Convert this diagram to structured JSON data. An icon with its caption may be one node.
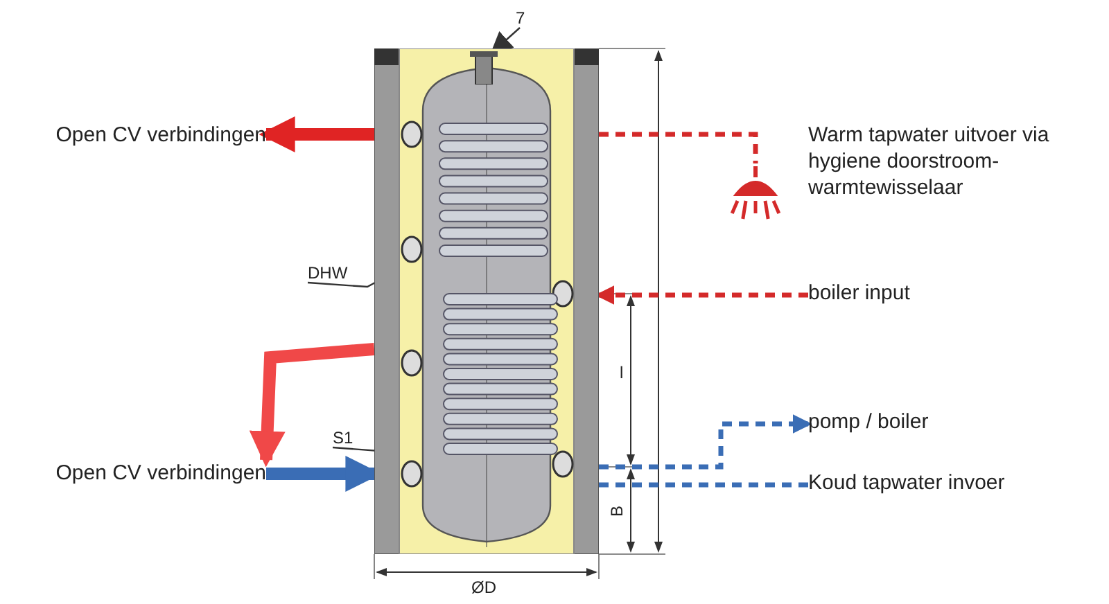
{
  "diagram": {
    "nodes": [
      {
        "text": [
          "Open CV verbindingen"
        ]
      },
      {
        "text": [
          "Warm tapwater uitvoer via hygiene doorstroom-warmtewisselaar"
        ]
      },
      {
        "text": [],
        "shape": "picture"
      },
      {
        "text": [
          "boiler input"
        ]
      },
      {
        "text": [
          "pomp / boiler"
        ]
      },
      {
        "text": [
          "Koud tapwater invoer"
        ]
      },
      {
        "text": [
          "Open CV verbindingen"
        ]
      },
      {
        "text": [],
        "shape": "picture"
      },
      {
        "text": [
          "7"
        ]
      },
      {
        "text": [],
        "shape": "box",
        "in": 7
      },
      {
        "text": [
          "DHW"
        ]
      },
      {
        "text": [],
        "shape": "picture",
        "in": 7
      },
      {
        "text": [
          "S1"
        ]
      },
      {
        "text": [],
        "shape": "picture",
        "in": 7
      }
    ],
    "edges": [
      {
        "from": 7,
        "to": 0,
        "arrow": "to",
        "style": "thick",
        "color": "#e02424"
      },
      {
        "from": 7,
        "to": 2,
        "arrow": "none",
        "style": "dashed",
        "color": "#d42a2a"
      },
      {
        "from": 3,
        "to": 7,
        "arrow": "to",
        "style": "dashed",
        "color": "#d42a2a"
      },
      {
        "from": 6,
        "to": 7,
        "arrow": "to",
        "style": "thick",
        "color": "#3a6db5"
      },
      {
        "from": 7,
        "to": 4,
        "arrow": "to",
        "style": "dashed",
        "color": "#3a6db5"
      },
      {
        "from": 5,
        "to": 7,
        "arrow": "none",
        "style": "dashed",
        "color": "#3a6db5"
      },
      {
        "from": 7,
        "to": 6,
        "arrow": "to",
        "style": "thick",
        "color": "#f04848"
      },
      {
        "from": 8,
        "to": 9,
        "arrow": "to",
        "color": "#333333"
      },
      {
        "from": 10,
        "to": 11,
        "arrow": "none",
        "color": "#333333"
      },
      {
        "from": 12,
        "to": 13,
        "arrow": "none",
        "color": "#333333"
      }
    ],
    "labels": [
      "l",
      "B",
      "ØD"
    ]
  }
}
